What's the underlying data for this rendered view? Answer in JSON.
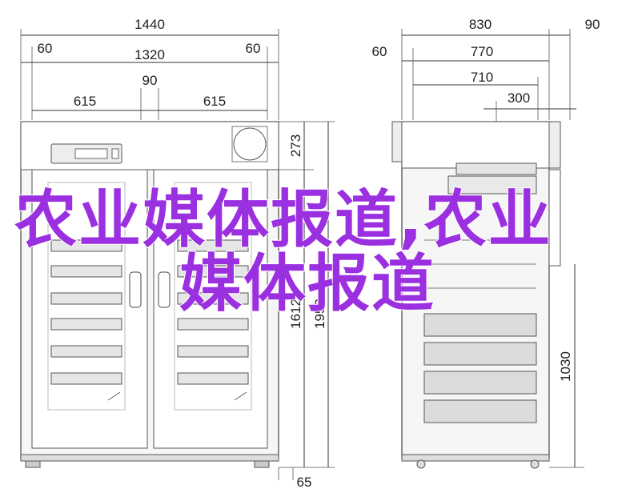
{
  "front_view": {
    "dims": {
      "overall_width": "1440",
      "left_margin": "60",
      "inner_width": "1320",
      "right_margin": "60",
      "center_gap": "90",
      "left_door": "615",
      "right_door": "615",
      "top_unit": "273",
      "interior_height": "1612",
      "overall_height": "1950",
      "foot": "65"
    }
  },
  "side_view": {
    "dims": {
      "depth": "830",
      "handle": "90",
      "left_offset": "60",
      "depth_770": "770",
      "depth_710": "710",
      "depth_300": "300",
      "height_1030": "1030"
    }
  },
  "watermark": {
    "line1": "农业媒体报道,农业",
    "line2": "媒体报道",
    "color": "#9b30e0"
  }
}
